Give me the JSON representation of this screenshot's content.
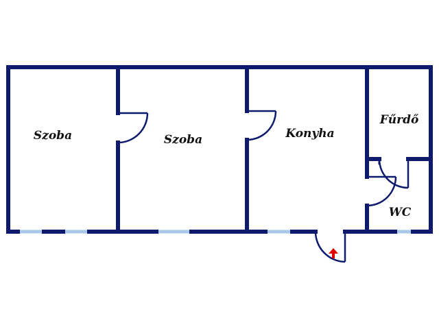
{
  "colors": {
    "wall": "#0d1a6e",
    "window": "#a9c8e8",
    "arrow": "#e00000"
  },
  "rooms": [
    {
      "id": "szoba-1",
      "label": "Szoba"
    },
    {
      "id": "szoba-2",
      "label": "Szoba"
    },
    {
      "id": "konyha",
      "label": "Konyha"
    },
    {
      "id": "furdo",
      "label": "Fűrdő"
    },
    {
      "id": "wc",
      "label": "WC"
    }
  ],
  "icons": {
    "entrance": "entrance-arrow-icon"
  }
}
